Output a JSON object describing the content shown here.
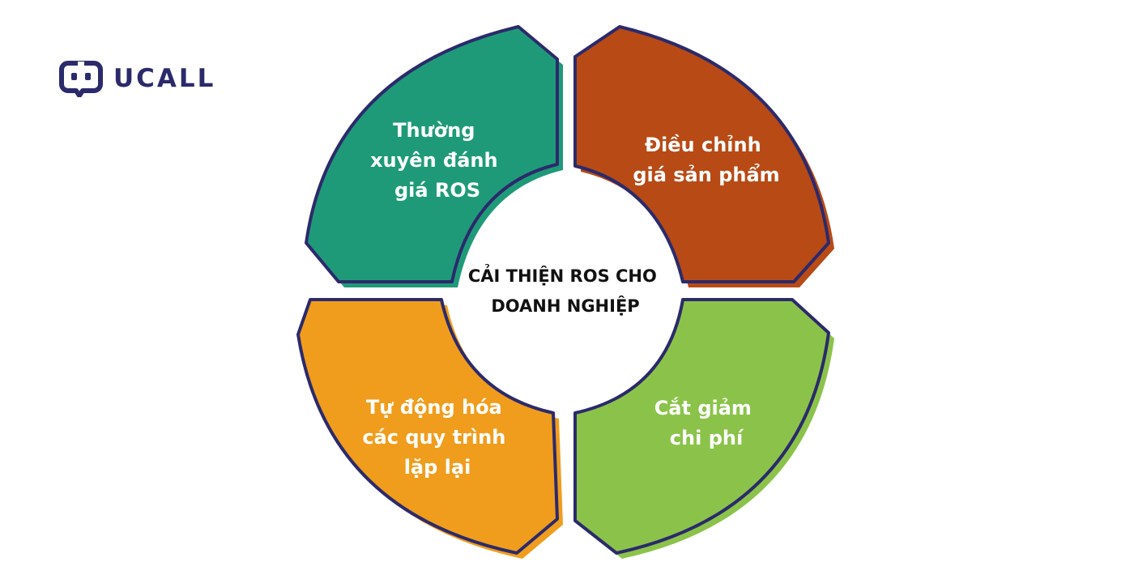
{
  "brand": {
    "name": "UCALL",
    "color": "#2b2a6b"
  },
  "center": {
    "lines": [
      "CẢI THIỆN ROS CHO",
      "DOANH NGHIỆP"
    ]
  },
  "segments": [
    {
      "id": "top-left",
      "lines": [
        "Thường",
        "xuyên đánh",
        "giá ROS"
      ],
      "color": "#1f9a79"
    },
    {
      "id": "top-right",
      "lines": [
        "Điều chỉnh",
        "giá sản phẩm"
      ],
      "color": "#b84a16"
    },
    {
      "id": "bottom-left",
      "lines": [
        "Tự động hóa",
        "các quy trình",
        "lặp lại"
      ],
      "color": "#f09d1d"
    },
    {
      "id": "bottom-right",
      "lines": [
        "Cắt giảm",
        "chi phí"
      ],
      "color": "#8bc34a"
    }
  ],
  "outline_color": "#2b2a6b"
}
